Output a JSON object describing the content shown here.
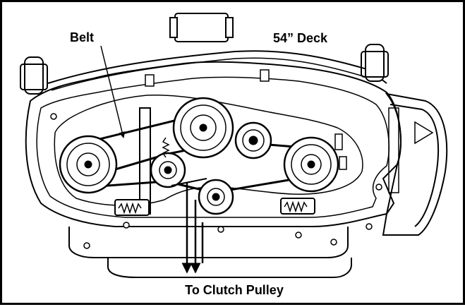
{
  "labels": {
    "belt": "Belt",
    "deck": "54” Deck",
    "clutch": "To Clutch Pulley"
  },
  "colors": {
    "line": "#000000",
    "background": "#ffffff"
  }
}
